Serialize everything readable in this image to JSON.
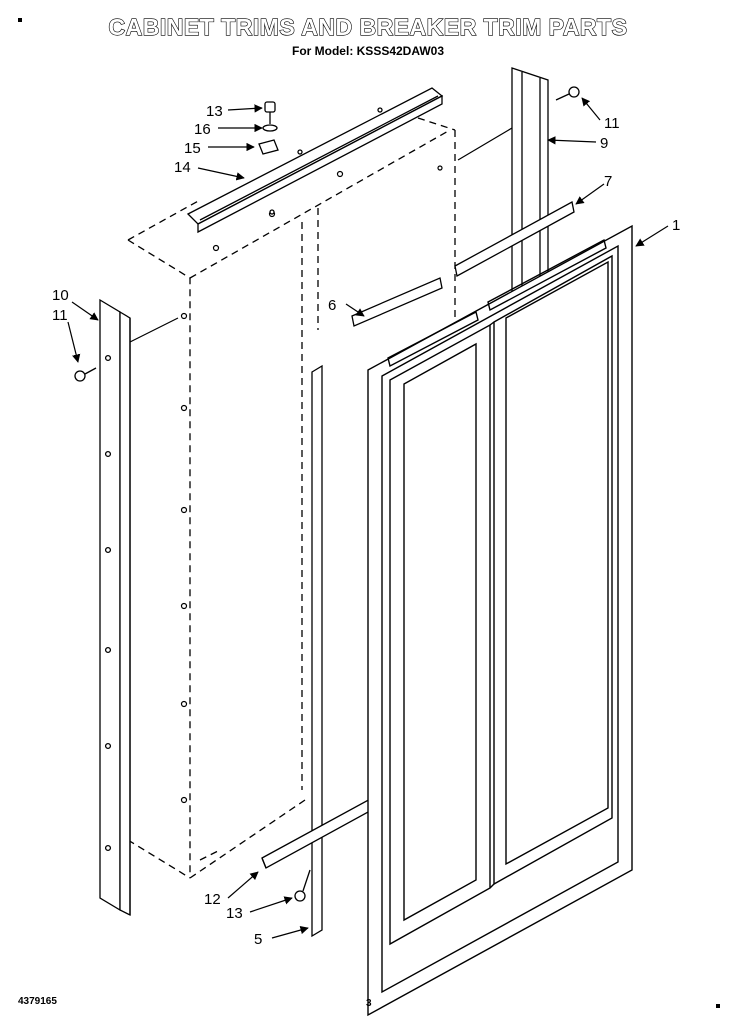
{
  "header": {
    "title": "CABINET TRIMS AND BREAKER TRIM PARTS",
    "subtitle": "For Model: KSSS42DAW03"
  },
  "footer": {
    "part_number": "4379165",
    "page_number": "3"
  },
  "callouts": {
    "c1": "1",
    "c5": "5",
    "c6": "6",
    "c7": "7",
    "c9": "9",
    "c10": "10",
    "c11_left": "11",
    "c11_right": "11",
    "c12": "12",
    "c13_top": "13",
    "c13_bottom": "13",
    "c14": "14",
    "c15": "15",
    "c16": "16"
  }
}
